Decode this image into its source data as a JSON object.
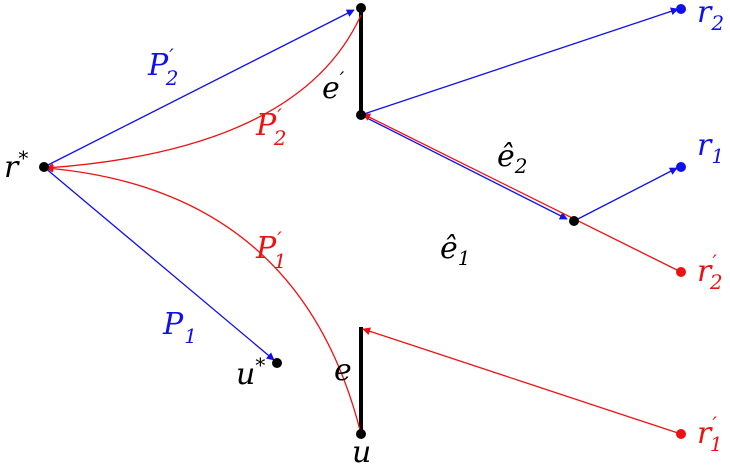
{
  "colors": {
    "blue": "#1010ee",
    "red": "#ee1111",
    "black": "#000000"
  },
  "labels": {
    "P2_blue": {
      "base": "P",
      "sub": "2",
      "sup": "′"
    },
    "P2_red": {
      "base": "P",
      "sub": "2",
      "sup": "′"
    },
    "P1_red": {
      "base": "P",
      "sub": "1",
      "sup": "′"
    },
    "P1_blue": {
      "base": "P",
      "sub": "1",
      "sup": ""
    },
    "r_star": {
      "base": "r",
      "sup": "*"
    },
    "u_star": {
      "base": "u",
      "sup": "*"
    },
    "e_prime": {
      "base": "e",
      "sup": "′"
    },
    "e": {
      "base": "e"
    },
    "u": {
      "base": "u"
    },
    "e_hat_2": {
      "base": "ê",
      "sub": "2"
    },
    "e_hat_1": {
      "base": "ê",
      "sub": "1"
    },
    "r2": {
      "base": "r",
      "sub": "2"
    },
    "r1": {
      "base": "r",
      "sub": "1"
    },
    "r2_prime": {
      "base": "r",
      "sub": "2",
      "sup": "′"
    },
    "r1_prime": {
      "base": "r",
      "sub": "1",
      "sup": "′"
    }
  }
}
